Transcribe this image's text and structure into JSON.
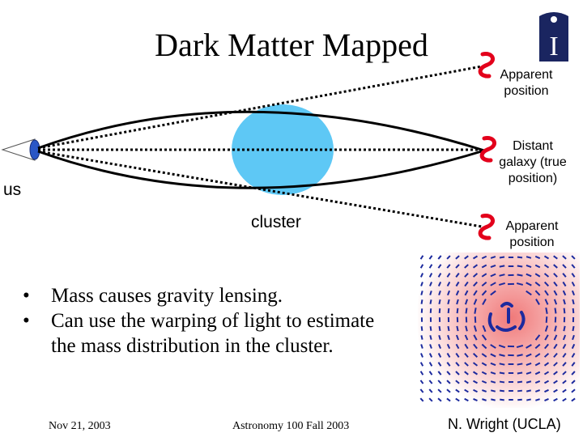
{
  "slide": {
    "title": "Dark Matter Mapped",
    "labels": {
      "apparent_top": [
        "Apparent",
        "position"
      ],
      "distant_galaxy": [
        "Distant",
        "galaxy (true",
        "position)"
      ],
      "apparent_bottom": [
        "Apparent",
        "position"
      ],
      "observer": "us",
      "cluster": "cluster"
    },
    "bullets": [
      {
        "marker": "•",
        "text": "Mass causes gravity lensing."
      },
      {
        "marker": "•",
        "text": "Can use the warping of light to estimate the mass distribution in the cluster."
      }
    ],
    "footer": {
      "date": "Nov 21, 2003",
      "course": "Astronomy 100 Fall 2003"
    },
    "credit": "N. Wright (UCLA)",
    "logo_glyph": "I"
  },
  "colors": {
    "cluster_fill": "#5ec8f5",
    "galaxy_red": "#e3001b",
    "observer_blue": "#2a56c6",
    "lens_dash": "#1c2a9e",
    "lens_core": "#f07a7a",
    "logo_navy": "#1a2560"
  }
}
